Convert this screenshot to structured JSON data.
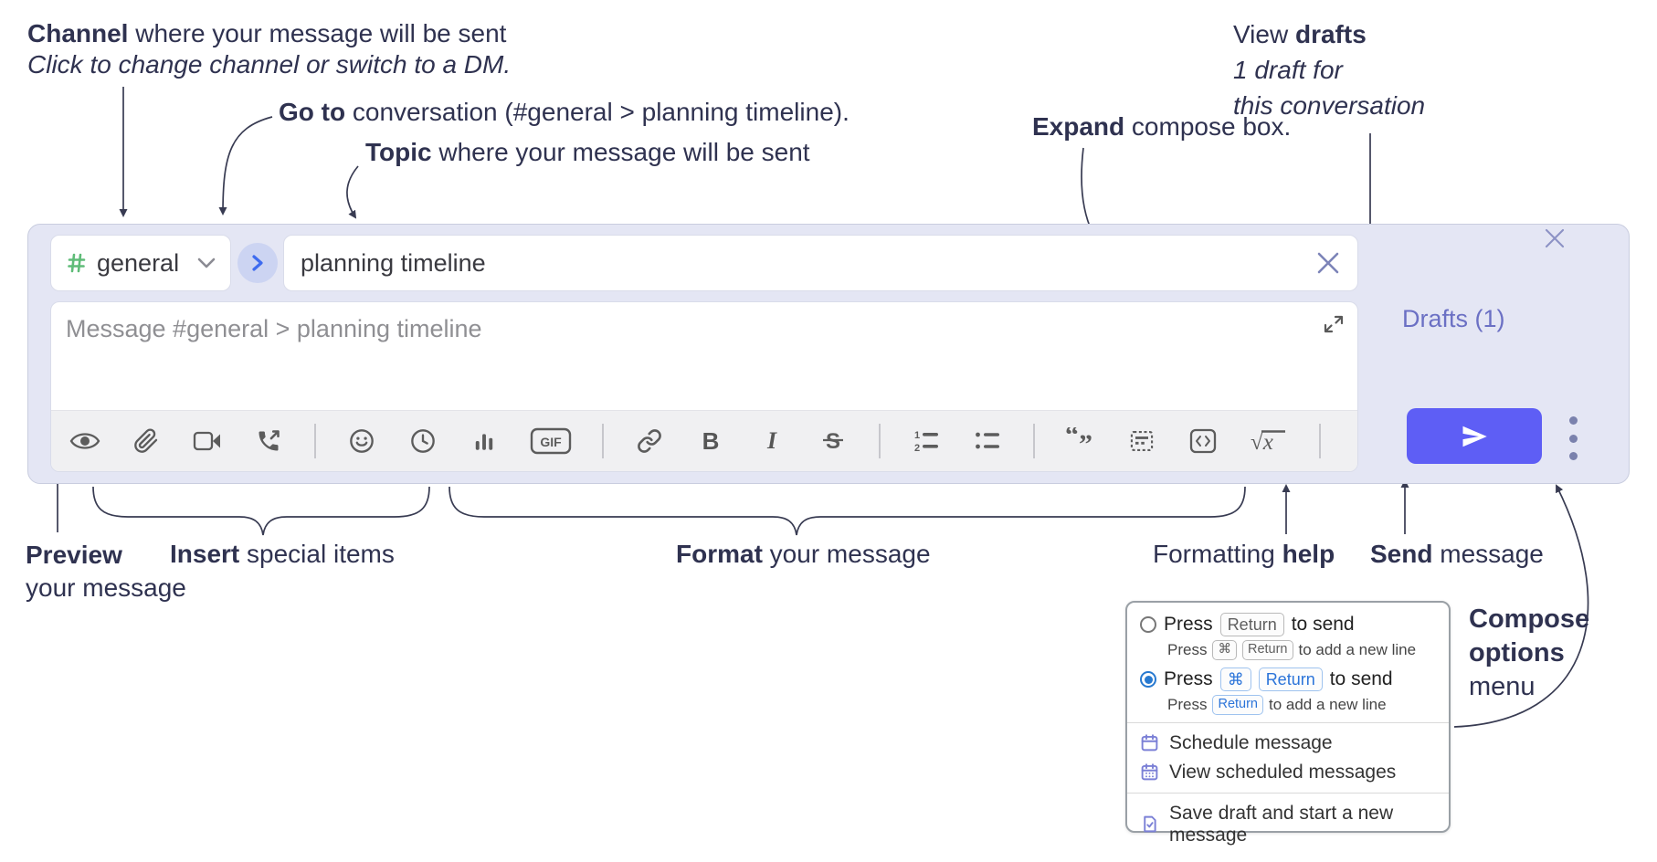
{
  "colors": {
    "compose_bg": "#e4e6f4",
    "accent_send": "#5e5ef5",
    "drafts_link": "#6b70c4",
    "hash_green": "#5fbc78",
    "go_chevron_blue": "#3e6bef",
    "radio_selected_blue": "#2779d0",
    "menu_icon_purple": "#7b80d6",
    "annotation_text": "#2f3250",
    "toolbar_icon": "#5c5c5c"
  },
  "annotations": {
    "channel": {
      "bold": "Channel",
      "rest": " where your message will be sent",
      "line2": "Click to change channel or switch to a DM."
    },
    "goto": {
      "bold": "Go to",
      "rest": " conversation (#general > planning timeline)."
    },
    "topic": {
      "bold": "Topic",
      "rest": " where your message will be sent"
    },
    "expand": {
      "bold": "Expand",
      "rest": " compose box."
    },
    "drafts": {
      "line1_pre": "View ",
      "line1_bold": "drafts",
      "line2": "1 draft for",
      "line3": "this conversation"
    },
    "preview": {
      "bold": "Preview",
      "line2": "your message"
    },
    "insert": {
      "bold": "Insert",
      "rest": " special items"
    },
    "format": {
      "bold": "Format",
      "rest": " your message"
    },
    "help": {
      "pre": "Formatting ",
      "bold": "help"
    },
    "send": {
      "bold": "Send",
      "rest": " message"
    },
    "compose_options": {
      "line1": "Compose",
      "line2": "options",
      "line3": "menu"
    }
  },
  "compose_box": {
    "channel_selector": {
      "name": "general",
      "icons": [
        "hash-icon",
        "chevron-down-icon"
      ]
    },
    "go_button_icon": "chevron-right-icon",
    "topic_input": {
      "value": "planning timeline",
      "clear_icon": "x-clear-icon"
    },
    "close_icon": "close-x-icon",
    "message_input": {
      "placeholder": "Message #general > planning timeline",
      "expand_icon": "expand-diagonal-icon"
    },
    "drafts_link": "Drafts (1)",
    "toolbar_icons": [
      "preview-eye",
      "attach-paperclip",
      "video-call-camera",
      "voice-call-phone",
      "emoji-smiley",
      "global-time-clock",
      "poll-bar-chart",
      "gif",
      "link",
      "bold",
      "italic",
      "strikethrough",
      "numbered-list",
      "bulleted-list",
      "quote",
      "spoiler",
      "code",
      "math",
      "help"
    ],
    "labels": {
      "gif": "GIF",
      "bold": "B",
      "italic": "I",
      "strike": "S",
      "math": "√x",
      "help": "?"
    },
    "send_button_icon": "send-paper-plane-icon",
    "options_icon": "vertical-ellipsis-icon"
  },
  "options_menu": {
    "radio1": {
      "selected": false,
      "pre": "Press",
      "key": "Return",
      "post": "to send",
      "sub_pre": "Press",
      "sub_key1": "⌘",
      "sub_key2": "Return",
      "sub_post": "to add a new line"
    },
    "radio2": {
      "selected": true,
      "pre": "Press",
      "key1": "⌘",
      "key2": "Return",
      "post": "to send",
      "sub_pre": "Press",
      "sub_key": "Return",
      "sub_post": "to add a new line"
    },
    "items": [
      {
        "label": "Schedule message",
        "icon": "calendar-icon"
      },
      {
        "label": "View scheduled messages",
        "icon": "calendar-grid-icon"
      },
      {
        "label": "Save draft and start a new message",
        "icon": "save-draft-check-icon"
      }
    ]
  }
}
